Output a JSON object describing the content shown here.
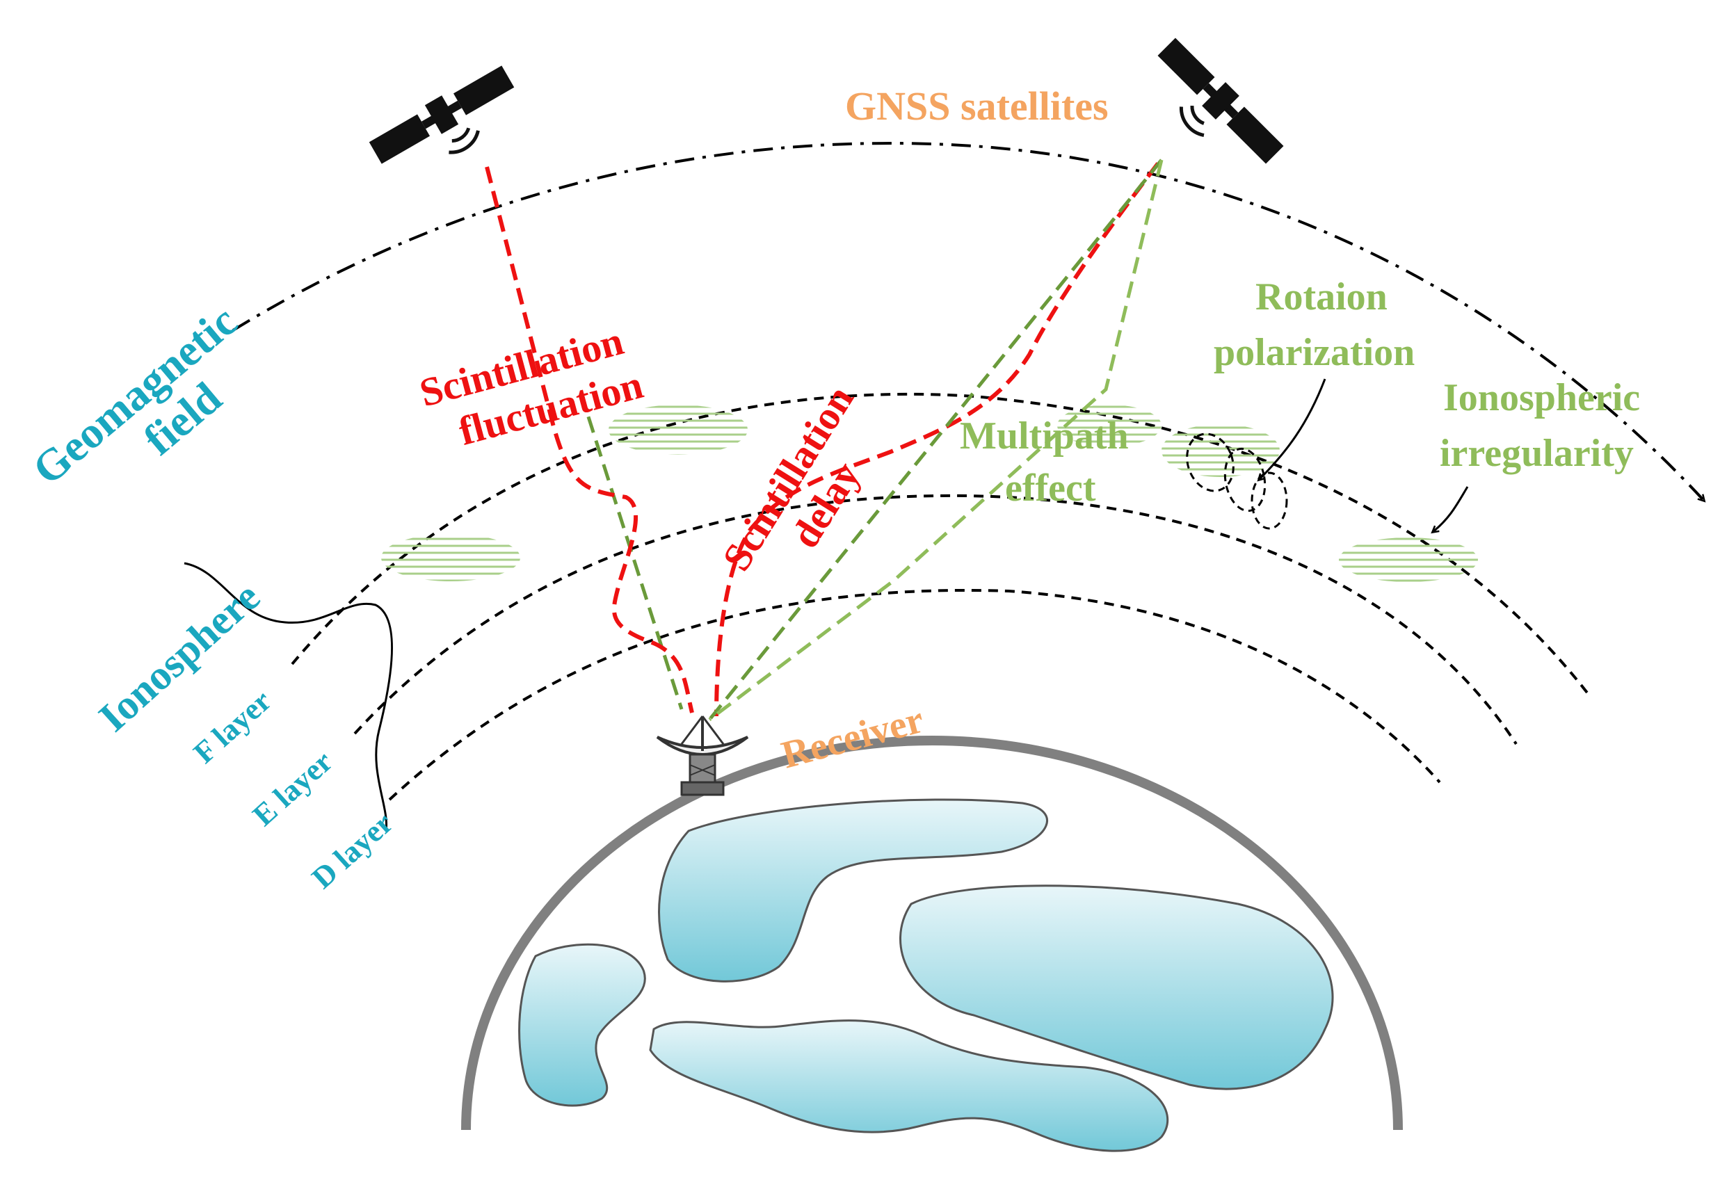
{
  "labels": {
    "gnss_satellites": "GNSS satellites",
    "geomagnetic_line1": "Geomagnetic",
    "geomagnetic_line2": "field",
    "scint_fluct_line1": "Scintillation",
    "scint_fluct_line2": "fluctuation",
    "scint_delay_line1": "Scintillation",
    "scint_delay_line2": "delay",
    "rotation_line1": "Rotaion",
    "rotation_line2": "polarization",
    "multipath_line1": "Multipath",
    "multipath_line2": "effect",
    "iono_irreg_line1": "Ionospheric",
    "iono_irreg_line2": "irregularity",
    "ionosphere": "Ionosphere",
    "f_layer": "F layer",
    "e_layer": "E layer",
    "d_layer": "D layer",
    "receiver": "Receiver"
  },
  "colors": {
    "orange": "#f4a460",
    "cyan": "#1aa7bf",
    "red": "#ee1111",
    "green_dark": "#6a9a3a",
    "green_light": "#8fbc5a",
    "irregularity_fill": "#a9cf8a",
    "earth_stroke": "#808080",
    "continent_fill": "#a9dde8",
    "continent_stroke": "#555555"
  },
  "icons": {
    "satellite_left": "satellite-icon",
    "satellite_right": "satellite-icon",
    "receiver": "radio-telescope-icon"
  }
}
